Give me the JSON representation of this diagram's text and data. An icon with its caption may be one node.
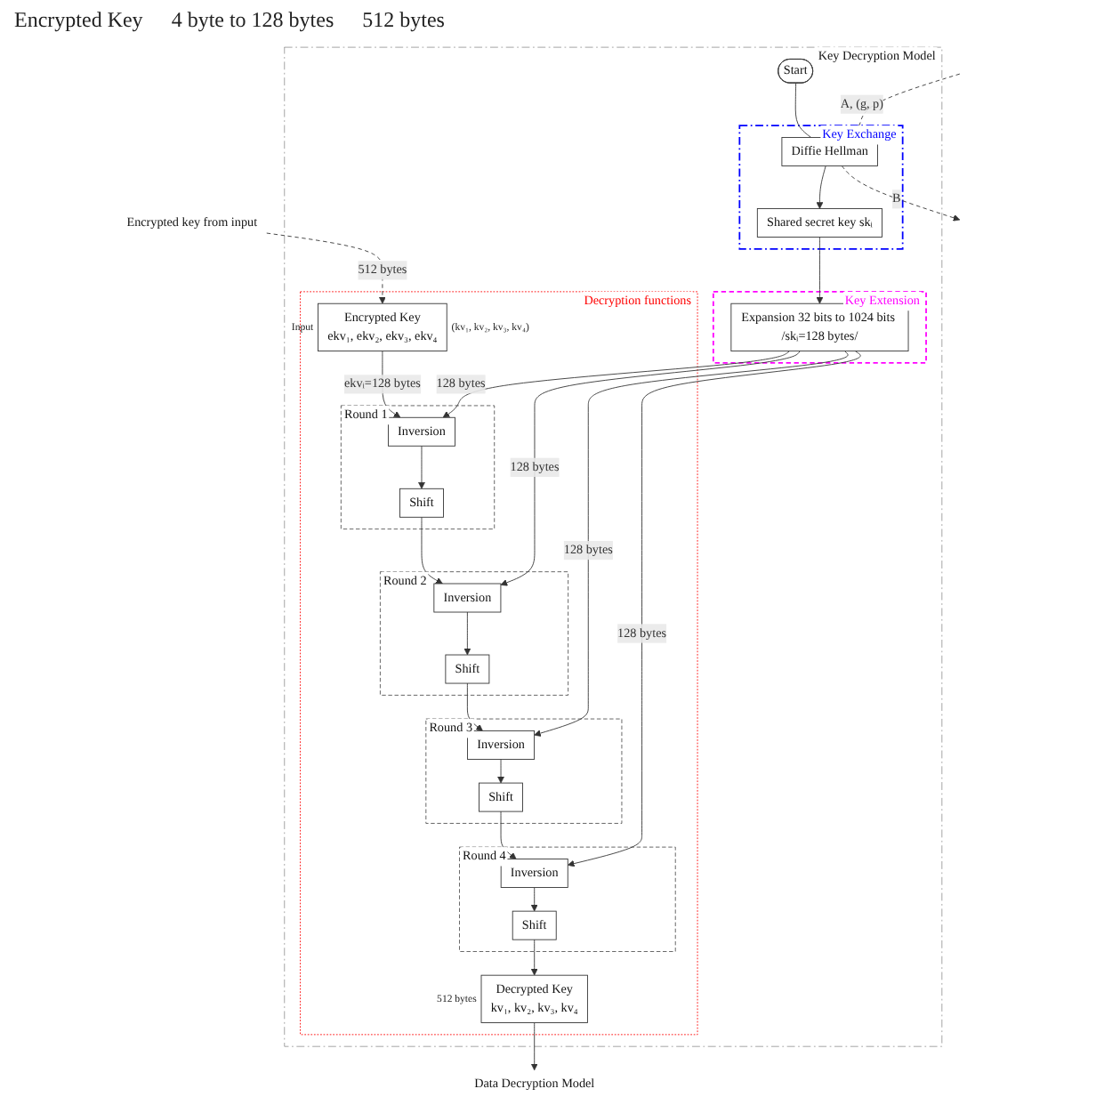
{
  "diagram": {
    "nodes": [
      {
        "text": [
          "Encrypted key from input"
        ]
      },
      {
        "text": [
          "Key Decryption Model"
        ]
      },
      {
        "text": [
          "Decryption functions"
        ],
        "in": 1
      },
      {
        "text": [
          "Encrypted Key",
          "ekv₁, ekv₂, ekv₃, ekv₄"
        ],
        "beside": [
          "Input",
          "(kv₁, kv₂, kv₃, kv₄)"
        ],
        "in": 2
      },
      {
        "text": [
          "Round 1"
        ],
        "in": 2
      },
      {
        "text": [
          "Inversion"
        ],
        "in": 4
      },
      {
        "text": [
          "Shift"
        ],
        "in": 4
      },
      {
        "text": [
          "Round 2"
        ],
        "in": 2
      },
      {
        "text": [
          "Inversion"
        ],
        "in": 7
      },
      {
        "text": [
          "Shift"
        ],
        "in": 7
      },
      {
        "text": [
          "Round 3"
        ],
        "in": 2
      },
      {
        "text": [
          "Inversion"
        ],
        "in": 10
      },
      {
        "text": [
          "Shift"
        ],
        "in": 10
      },
      {
        "text": [
          "Round 4"
        ],
        "in": 2
      },
      {
        "text": [
          "Inversion"
        ],
        "in": 13
      },
      {
        "text": [
          "Shift"
        ],
        "in": 13
      },
      {
        "text": [
          "Decrypted Key",
          "kv₁, kv₂, kv₃, kv₄"
        ],
        "beside": [
          "512 bytes"
        ],
        "in": 2
      },
      {
        "text": [
          "Start"
        ],
        "in": 1
      },
      {
        "text": [
          "Key Exchange"
        ],
        "in": 1
      },
      {
        "text": [
          "Diffie Hellman"
        ],
        "in": 18
      },
      {
        "text": [
          "Shared secret key skᵢ"
        ],
        "in": 18
      },
      {
        "text": [
          "Key Extension"
        ],
        "in": 1
      },
      {
        "text": [
          "Expansion 32 bits to 1024 bits /skᵢ=128 bytes/"
        ],
        "in": 21
      },
      {
        "text": [
          "Data Decryption Model"
        ]
      }
    ],
    "edges": [
      {
        "from": 0,
        "to": 3,
        "arrow": "to",
        "label": "512 bytes",
        "style": "dashed"
      },
      {
        "from": 3,
        "to": 5,
        "arrow": "to",
        "label": "ekvᵢ=128 bytes"
      },
      {
        "from": 5,
        "to": 6,
        "arrow": "to"
      },
      {
        "from": 6,
        "to": 8,
        "arrow": "to"
      },
      {
        "from": 8,
        "to": 9,
        "arrow": "to"
      },
      {
        "from": 9,
        "to": 11,
        "arrow": "to"
      },
      {
        "from": 11,
        "to": 12,
        "arrow": "to"
      },
      {
        "from": 12,
        "to": 14,
        "arrow": "to"
      },
      {
        "from": 14,
        "to": 15,
        "arrow": "to"
      },
      {
        "from": 15,
        "to": 16,
        "arrow": "to"
      },
      {
        "from": 16,
        "to": 23,
        "arrow": "to"
      },
      {
        "from": 17,
        "to": 19,
        "arrow": "none"
      },
      {
        "from": 19,
        "to": 20,
        "arrow": "to"
      },
      {
        "from": 20,
        "to": 22,
        "arrow": "to"
      },
      {
        "from": 22,
        "to": 5,
        "arrow": "to",
        "label": "128 bytes"
      },
      {
        "from": 22,
        "to": 8,
        "arrow": "to",
        "label": "128 bytes"
      },
      {
        "from": 22,
        "to": 11,
        "arrow": "to",
        "label": "128 bytes"
      },
      {
        "from": 22,
        "to": 14,
        "arrow": "to",
        "label": "128 bytes"
      },
      {
        "from": null,
        "to": 19,
        "arrow": "to",
        "label": "A, (g, p)",
        "style": "dashed"
      },
      {
        "from": 19,
        "to": null,
        "arrow": "to",
        "label": "B",
        "style": "dashed"
      }
    ],
    "labels": [
      "Encrypted Key",
      "4 byte to 128 bytes",
      "512 bytes"
    ]
  }
}
